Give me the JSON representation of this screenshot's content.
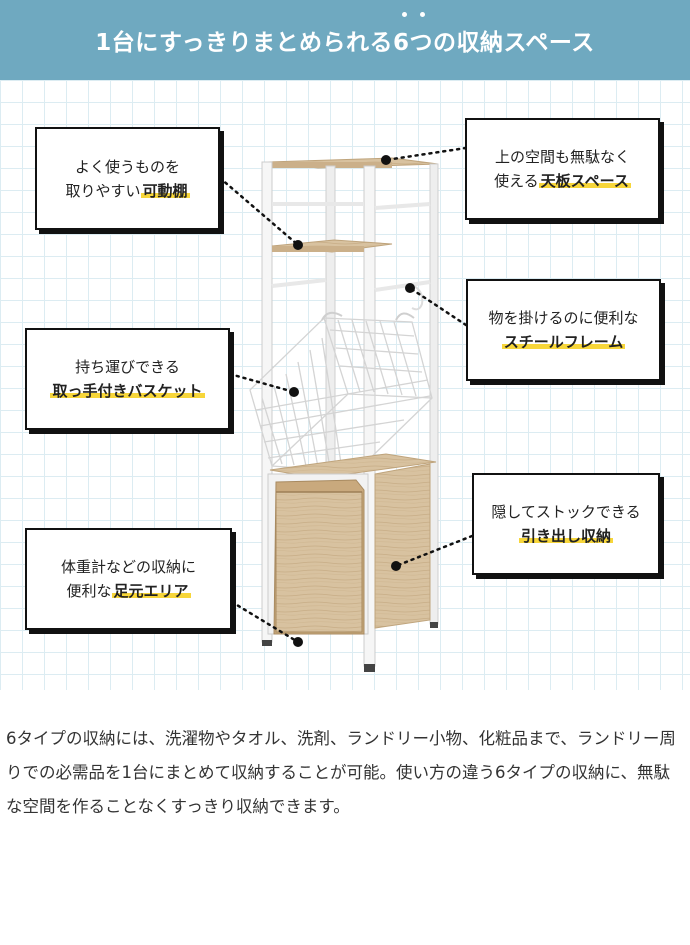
{
  "header": {
    "title": "1台にすっきりまとめられる6つの収納スペース"
  },
  "callouts": {
    "movable_shelf": {
      "line1": "よく使うものを",
      "line2_plain": "取りやすい",
      "line2_highlight": "可動棚"
    },
    "top_board": {
      "line1": "上の空間も無駄なく",
      "line2_plain": "使える",
      "line2_highlight": "天板スペース"
    },
    "steel_frame": {
      "line1": "物を掛けるのに便利な",
      "line2_plain": "",
      "line2_highlight": "スチールフレーム"
    },
    "basket": {
      "line1": "持ち運びできる",
      "line2_plain": "",
      "line2_highlight": "取っ手付きバスケット"
    },
    "drawer": {
      "line1": "隠してストックできる",
      "line2_plain": "",
      "line2_highlight": "引き出し収納"
    },
    "foot_area": {
      "line1": "体重計などの収納に",
      "line2_plain": "便利な",
      "line2_highlight": "足元エリア"
    }
  },
  "description": "6タイプの収納には、洗濯物やタオル、洗剤、ランドリー小物、化粧品まで、ランドリー周りでの必需品を1台にまとめて収納することが可能。使い方の違う6タイプの収納に、無駄な空間を作ることなくすっきり収納できます。",
  "colors": {
    "header_bg": "#6fa9c0",
    "highlight": "#f7d63a",
    "wood": "#d9c3a0",
    "frame": "#f4f4f4"
  }
}
